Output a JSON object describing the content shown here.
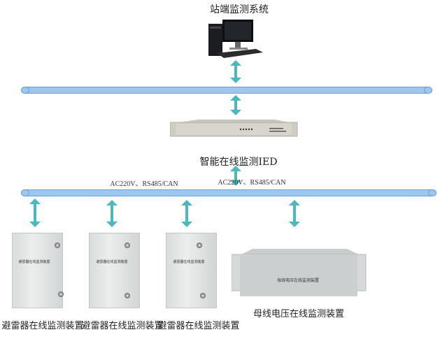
{
  "top_system": {
    "label": "站端监测系统",
    "icon": "desktop-computer-icon"
  },
  "ied": {
    "label": "智能在线监测IED"
  },
  "links": {
    "left_label": "AC220V、RS485/CAN",
    "right_label": "AC220V、RS485/CAN"
  },
  "devices": [
    {
      "label": "避雷器在线监测装置",
      "plate": "避雷器在线监测装置"
    },
    {
      "label": "避雷器在线监测装置",
      "plate": "避雷器在线监测装置"
    },
    {
      "label": "避雷器在线监测装置",
      "plate": "避雷器在线监测装置"
    },
    {
      "label": "母线电压在线监测装置",
      "plate": "母线电压在线监测装置"
    }
  ],
  "colors": {
    "arrow": "#4bb8c0",
    "bus": "#9cc8ef"
  }
}
